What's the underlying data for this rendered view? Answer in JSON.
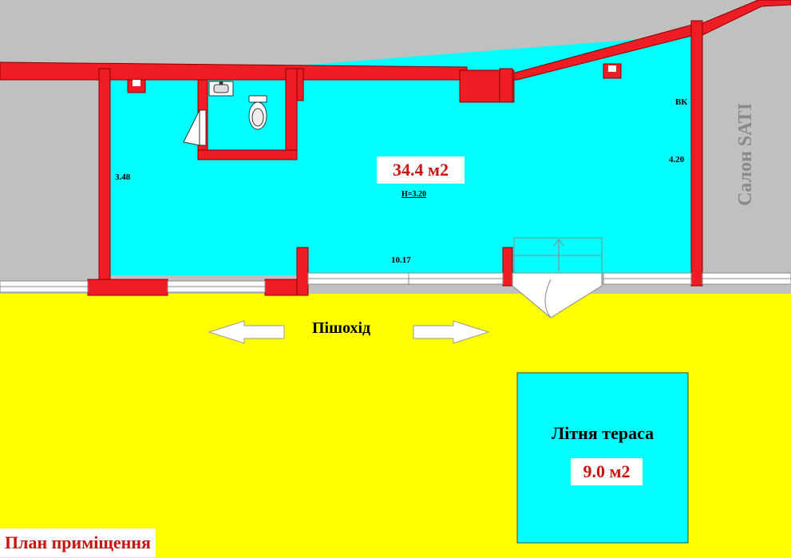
{
  "plan": {
    "room_area": "34.4 м2",
    "ceiling_height": "H=3.20",
    "dim_left": "3.48",
    "dim_right": "4.20",
    "dim_front": "10.17",
    "vk_label": "ВК",
    "walkway_label": "Пішохід",
    "neighbor_label": "Салон SATI",
    "terrace_title": "Літня тераса",
    "terrace_area": "9.0 м2",
    "title": "План приміщення"
  },
  "colors": {
    "room_fill": "#00ffff",
    "wall": "#ee1c24",
    "street": "#ffff00",
    "neighbor": "#c0c0c0",
    "area_text": "#cc1111"
  }
}
